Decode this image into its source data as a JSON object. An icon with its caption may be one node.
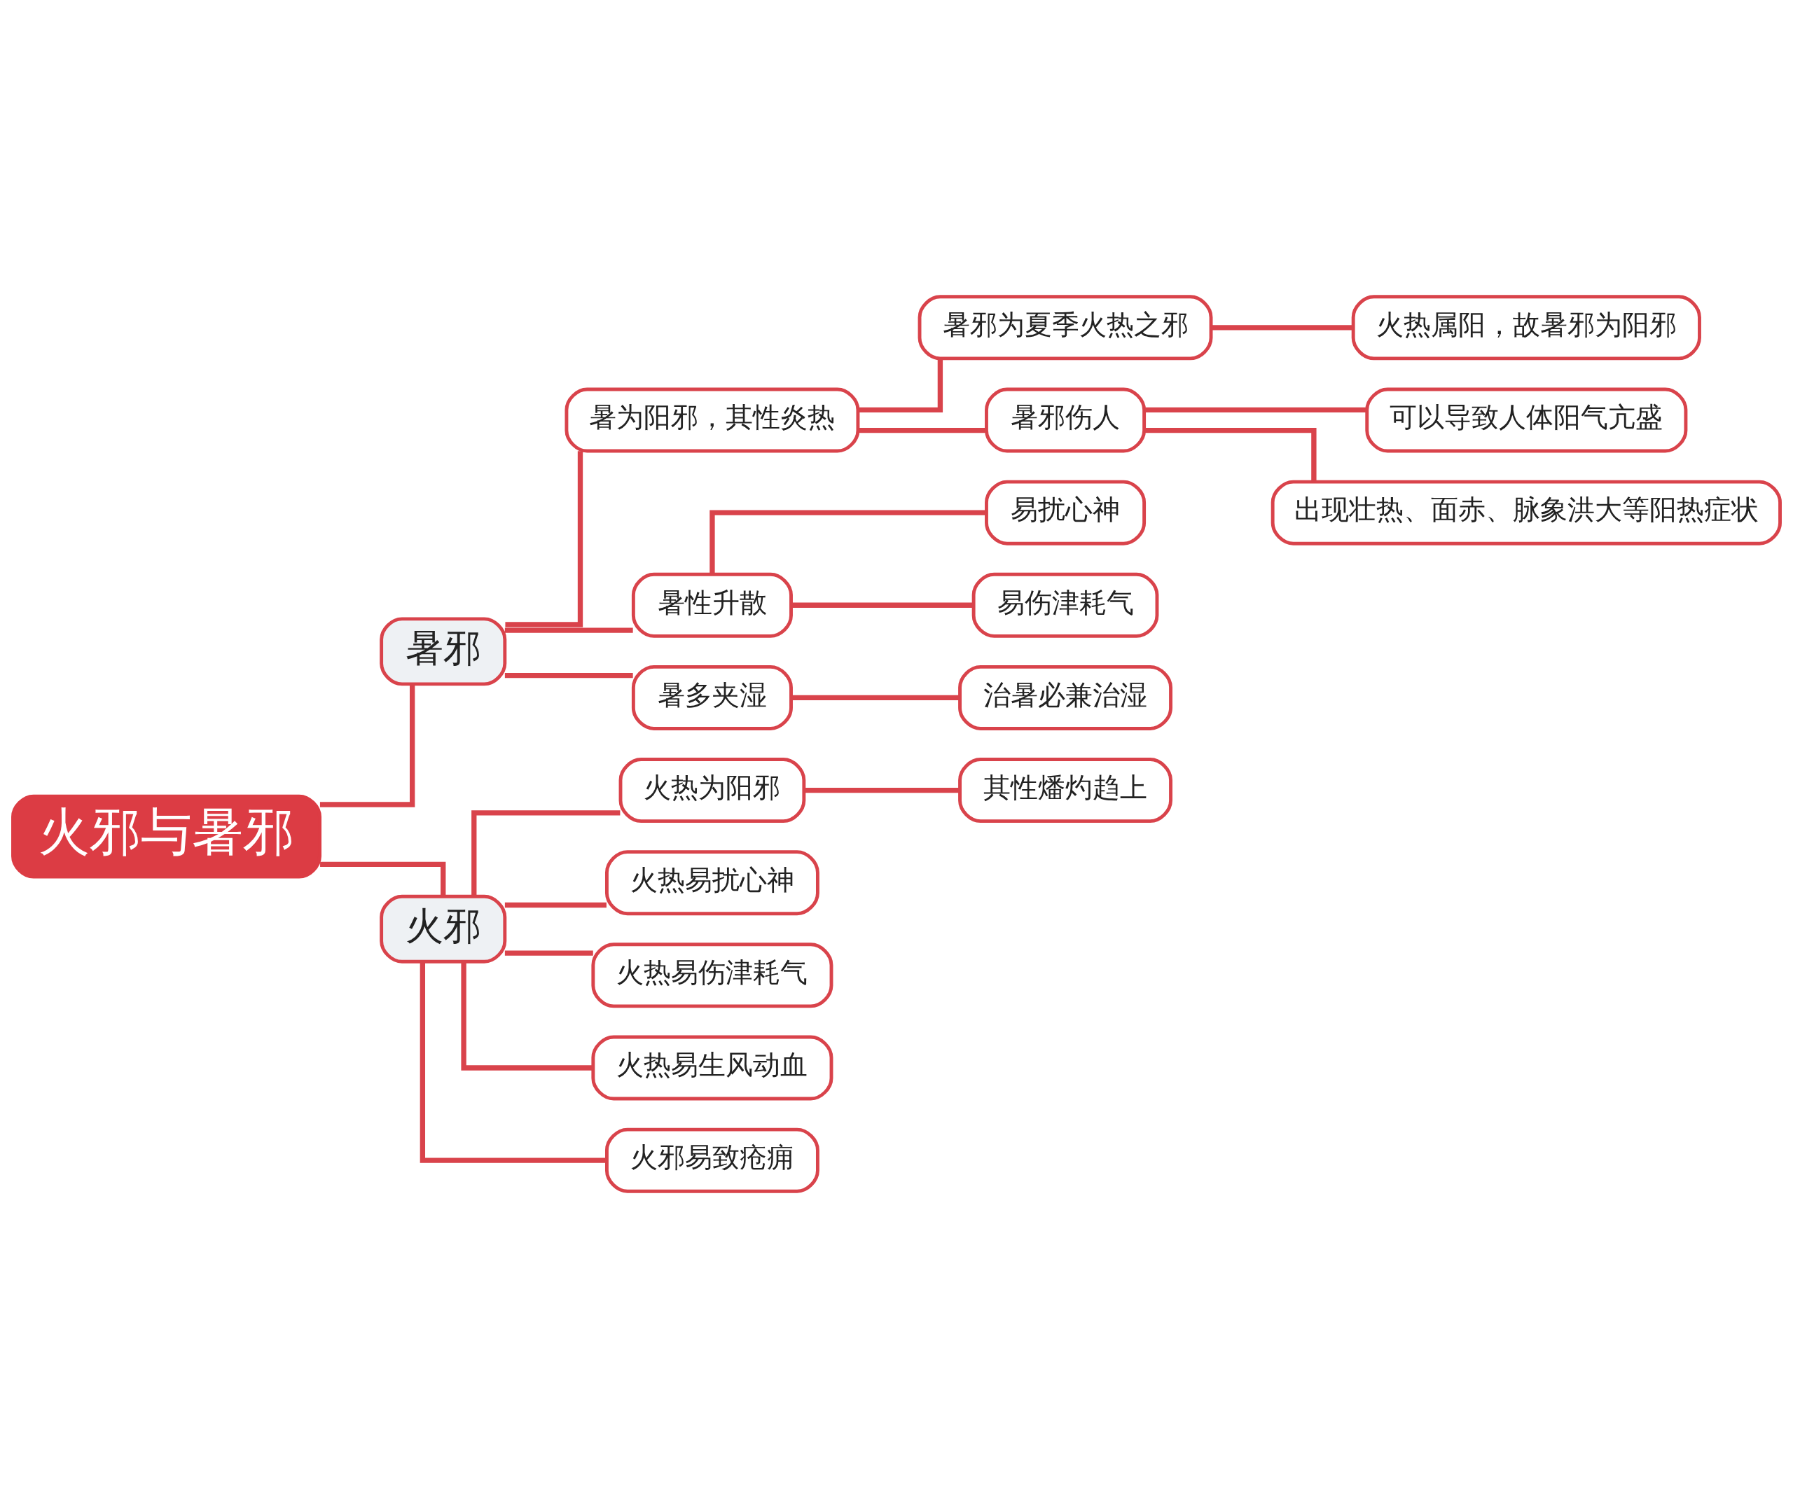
{
  "diagram": {
    "nodes": [
      {
        "text": [
          "火邪与暑邪"
        ]
      },
      {
        "text": [
          "暑邪"
        ]
      },
      {
        "text": [
          "暑为阳邪，其性炎热"
        ]
      },
      {
        "text": [
          "暑邪为夏季火热之邪"
        ]
      },
      {
        "text": [
          "火热属阳，故暑邪为阳邪"
        ]
      },
      {
        "text": [
          "暑邪伤人"
        ]
      },
      {
        "text": [
          "可以导致人体阳气亢盛"
        ]
      },
      {
        "text": [
          "出现壮热、面赤、脉象洪大等阳热症状"
        ]
      },
      {
        "text": [
          "暑性升散"
        ]
      },
      {
        "text": [
          "易扰心神"
        ]
      },
      {
        "text": [
          "易伤津耗气"
        ]
      },
      {
        "text": [
          "暑多夹湿"
        ]
      },
      {
        "text": [
          "治暑必兼治湿"
        ]
      },
      {
        "text": [
          "火邪"
        ]
      },
      {
        "text": [
          "火热为阳邪"
        ]
      },
      {
        "text": [
          "其性燔灼趋上"
        ]
      },
      {
        "text": [
          "火热易扰心神"
        ]
      },
      {
        "text": [
          "火热易伤津耗气"
        ]
      },
      {
        "text": [
          "火热易生风动血"
        ]
      },
      {
        "text": [
          "火邪易致疮痈"
        ]
      }
    ],
    "edges": [
      {
        "from": 0,
        "to": 1,
        "arrow": "none"
      },
      {
        "from": 1,
        "to": 2,
        "arrow": "none"
      },
      {
        "from": 2,
        "to": 3,
        "arrow": "none"
      },
      {
        "from": 3,
        "to": 4,
        "arrow": "none"
      },
      {
        "from": 2,
        "to": 5,
        "arrow": "none"
      },
      {
        "from": 5,
        "to": 6,
        "arrow": "none"
      },
      {
        "from": 5,
        "to": 7,
        "arrow": "none"
      },
      {
        "from": 1,
        "to": 8,
        "arrow": "none"
      },
      {
        "from": 8,
        "to": 9,
        "arrow": "none"
      },
      {
        "from": 8,
        "to": 10,
        "arrow": "none"
      },
      {
        "from": 1,
        "to": 11,
        "arrow": "none"
      },
      {
        "from": 11,
        "to": 12,
        "arrow": "none"
      },
      {
        "from": 0,
        "to": 13,
        "arrow": "none"
      },
      {
        "from": 13,
        "to": 14,
        "arrow": "none"
      },
      {
        "from": 14,
        "to": 15,
        "arrow": "none"
      },
      {
        "from": 13,
        "to": 16,
        "arrow": "none"
      },
      {
        "from": 13,
        "to": 17,
        "arrow": "none"
      },
      {
        "from": 13,
        "to": 18,
        "arrow": "none"
      },
      {
        "from": 13,
        "to": 19,
        "arrow": "none"
      }
    ]
  }
}
